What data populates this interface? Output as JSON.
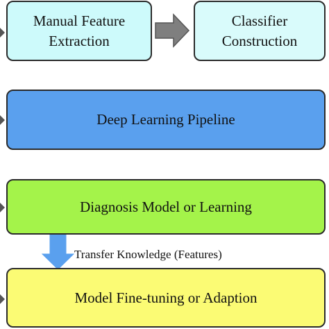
{
  "boxes": {
    "manual_feature": {
      "line1": "Manual Feature",
      "line2": "Extraction",
      "color": "#cdfafb"
    },
    "classifier": {
      "line1": "Classifier",
      "line2": "Construction",
      "color": "#d9fbfb"
    },
    "deep_learning": {
      "label": "Deep Learning Pipeline",
      "color": "#5aa0ee"
    },
    "diagnosis": {
      "label": "Diagnosis Model or Learning",
      "color": "#a4f34a"
    },
    "fine_tuning": {
      "label": "Model Fine-tuning or Adaption",
      "color": "#fbfb74"
    }
  },
  "edges": {
    "transfer_label": "Transfer Knowledge (Features)"
  },
  "colors": {
    "grey_arrow": "#7f7f7f",
    "blue_arrow": "#5aa0ee"
  }
}
